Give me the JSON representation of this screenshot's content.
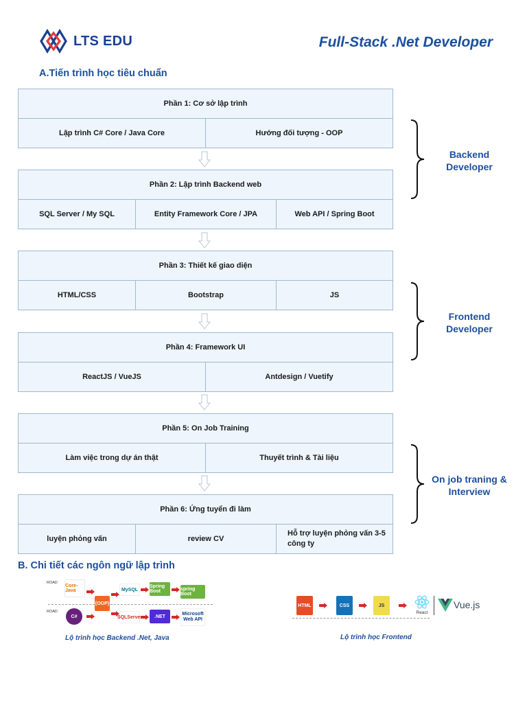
{
  "header": {
    "logo_text": "LTS EDU",
    "title": "Full-Stack .Net Developer"
  },
  "section_a": {
    "heading": "A.Tiến trình học tiêu chuẩn"
  },
  "phases": [
    {
      "title": "Phần 1: Cơ sở lập trình",
      "cells": [
        "Lập trình C# Core / Java Core",
        "Hướng đối tượng - OOP"
      ]
    },
    {
      "title": "Phần 2: Lập trình Backend web",
      "cells": [
        "SQL Server / My SQL",
        "Entity Framework Core / JPA",
        "Web API / Spring Boot"
      ]
    },
    {
      "title": "Phần 3: Thiết kế giao diện",
      "cells": [
        "HTML/CSS",
        "Bootstrap",
        "JS"
      ]
    },
    {
      "title": "Phần 4: Framework UI",
      "cells": [
        "ReactJS / VueJS",
        "Antdesign / Vuetify"
      ]
    },
    {
      "title": "Phần 5: On Job Training",
      "cells": [
        "Làm việc trong dự án thật",
        "Thuyết trình & Tài liệu"
      ]
    },
    {
      "title": "Phần 6: Ứng tuyển đi làm",
      "cells": [
        "luyện phỏng vấn",
        "review CV",
        "Hỗ trợ luyện phỏng vấn 3-5 công ty"
      ]
    }
  ],
  "groups": [
    {
      "label": "Backend Developer"
    },
    {
      "label": "Frontend Developer"
    },
    {
      "label": "On job traning & Interview"
    }
  ],
  "section_b": {
    "heading": "B. Chi tiết các ngôn ngữ lập trình",
    "backend": {
      "caption": "Lộ trình học Backend .Net, Java",
      "road_word": "ROAD",
      "tiles": [
        "Core-Java",
        "{OOP}",
        "MySQL",
        "Spring Boot",
        "spring Boot",
        "C#",
        "SQLServer",
        ".NET",
        "Microsoft Web API"
      ]
    },
    "frontend": {
      "caption": "Lộ trình học Frontend",
      "tiles": [
        "HTML",
        "CSS",
        "JS",
        "React",
        "Vue.js"
      ]
    }
  },
  "colors": {
    "brand_blue": "#1c4f9c",
    "box_fill": "#eef5fc",
    "box_border": "#9fb8cf",
    "html_orange": "#e44d26",
    "css_blue": "#1572b6",
    "js_yellow": "#f0db4f",
    "vue_green": "#41b883",
    "react_cyan": "#61dafb",
    "arrow_red": "#d62828"
  }
}
